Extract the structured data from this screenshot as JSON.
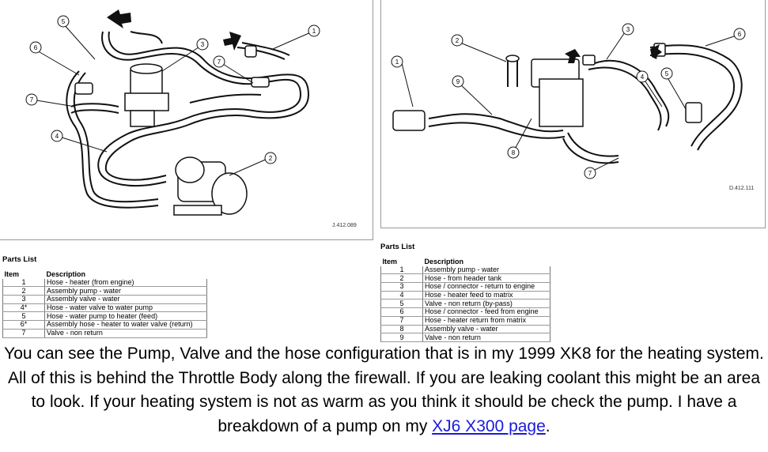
{
  "left": {
    "drawing_id": "J.412.089",
    "callouts": [
      "1",
      "2",
      "3",
      "4",
      "5",
      "6",
      "7",
      "7"
    ],
    "parts_title": "Parts List",
    "col_item": "Item",
    "col_desc": "Description",
    "rows": [
      {
        "item": "1",
        "desc": "Hose - heater (from engine)"
      },
      {
        "item": "2",
        "desc": "Assembly pump - water"
      },
      {
        "item": "3",
        "desc": "Assembly valve - water"
      },
      {
        "item": "4*",
        "desc": "Hose - water valve to water pump"
      },
      {
        "item": "5",
        "desc": "Hose - water pump to heater (feed)"
      },
      {
        "item": "6*",
        "desc": "Assembly hose - heater to water valve (return)"
      },
      {
        "item": "7",
        "desc": "Valve - non return"
      }
    ]
  },
  "right": {
    "drawing_id": "D.412.111",
    "callouts": [
      "1",
      "2",
      "3",
      "4",
      "5",
      "6",
      "7",
      "8",
      "9"
    ],
    "parts_title": "Parts List",
    "col_item": "Item",
    "col_desc": "Description",
    "rows": [
      {
        "item": "1",
        "desc": "Assembly pump - water"
      },
      {
        "item": "2",
        "desc": "Hose - from header tank"
      },
      {
        "item": "3",
        "desc": "Hose / connector - return to engine"
      },
      {
        "item": "4",
        "desc": "Hose - heater feed to matrix"
      },
      {
        "item": "5",
        "desc": "Valve - non return (by-pass)"
      },
      {
        "item": "6",
        "desc": "Hose / connector - feed from engine"
      },
      {
        "item": "7",
        "desc": "Hose - heater return from matrix"
      },
      {
        "item": "8",
        "desc": "Assembly valve - water"
      },
      {
        "item": "9",
        "desc": "Valve - non return"
      }
    ]
  },
  "caption": {
    "text": "You can see the Pump, Valve and the hose configuration that is in my 1999 XK8 for the heating system.  All of this is behind the Throttle Body along the firewall.  If you are leaking coolant this might be an area to look.  If your heating system is not as warm as you think it should be check the pump.  I have a breakdown of a pump on my ",
    "link": "XJ6 X300 page",
    "end": "."
  }
}
